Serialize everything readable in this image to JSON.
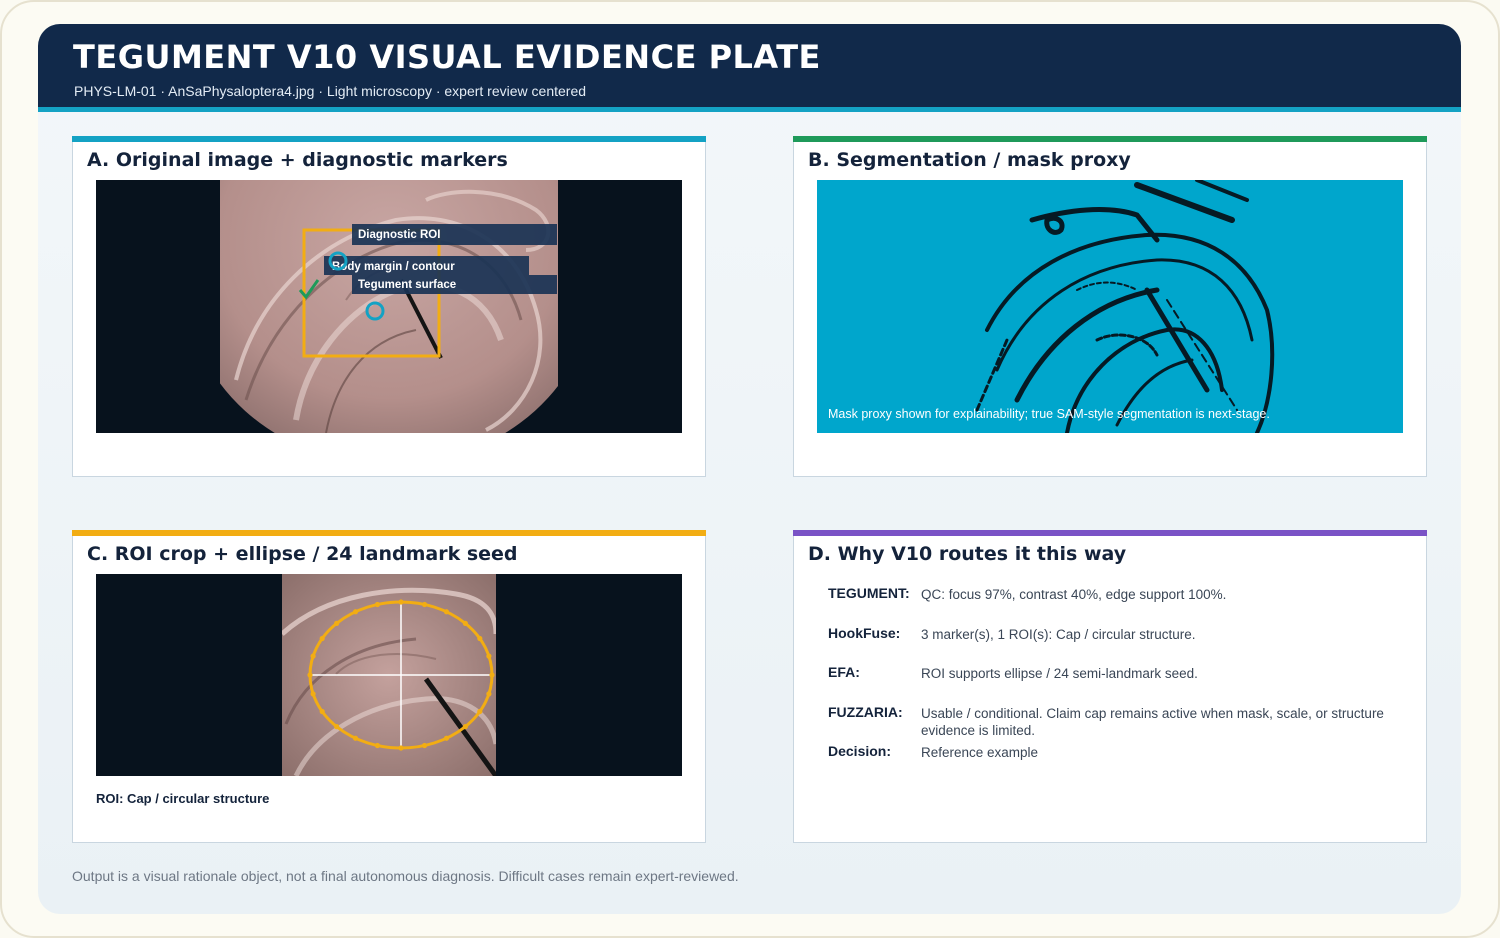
{
  "header": {
    "title": "TEGUMENT V10 VISUAL EVIDENCE PLATE",
    "subtitle": "PHYS-LM-01 · AnSaPhysaloptera4.jpg · Light microscopy · expert review centered"
  },
  "panels": {
    "a": {
      "title": "A. Original image + diagnostic markers",
      "accent": "#14a2c4",
      "markers": [
        "Diagnostic ROI",
        "Body margin / contour",
        "Tegument surface"
      ]
    },
    "b": {
      "title": "B. Segmentation / mask proxy",
      "accent": "#1f9a5a",
      "note": "Mask proxy shown for explainability; true SAM-style segmentation is next-stage."
    },
    "c": {
      "title": "C. ROI crop + ellipse / 24 landmark seed",
      "accent": "#f2ad13",
      "roi_label": "ROI: Cap / circular structure"
    },
    "d": {
      "title": "D. Why V10 routes it this way",
      "accent": "#7a53c6",
      "rows": [
        {
          "key": "TEGUMENT:",
          "value": "QC: focus 97%, contrast 40%, edge support 100%."
        },
        {
          "key": "HookFuse:",
          "value": "3 marker(s), 1 ROI(s): Cap / circular structure."
        },
        {
          "key": "EFA:",
          "value": "ROI supports ellipse / 24 semi-landmark seed."
        },
        {
          "key": "FUZZARIA:",
          "value": "Usable / conditional. Claim cap remains active when mask, scale, or structure evidence is limited."
        },
        {
          "key": "Decision:",
          "value": "Reference example"
        }
      ]
    }
  },
  "footer": "Output is a visual rationale object, not a final autonomous diagnosis. Difficult cases remain expert-reviewed.",
  "colors": {
    "header_bg": "#11294a",
    "marker_orange": "#f2ad13",
    "marker_teal": "#14a2c4",
    "marker_green": "#1f9a5a",
    "mask_bg": "#00a6cc"
  }
}
